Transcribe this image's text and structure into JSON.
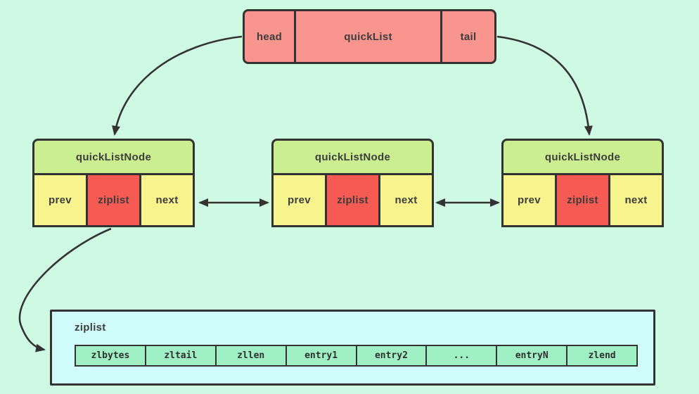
{
  "colors": {
    "bg": "#cefae4",
    "pink": "#f9958f",
    "green": "#cbef90",
    "yellow": "#f7f48e",
    "red": "#f65b53",
    "cyan": "#d0fdfb",
    "mint": "#a0f0c6",
    "line": "#333333",
    "text": "#3d3d3d"
  },
  "quicklist_box": {
    "head": "head",
    "title": "quickList",
    "tail": "tail"
  },
  "nodes": [
    {
      "header": "quickListNode",
      "prev": "prev",
      "ziplist": "ziplist",
      "next": "next"
    },
    {
      "header": "quickListNode",
      "prev": "prev",
      "ziplist": "ziplist",
      "next": "next"
    },
    {
      "header": "quickListNode",
      "prev": "prev",
      "ziplist": "ziplist",
      "next": "next"
    }
  ],
  "ziplist_box": {
    "title": "ziplist",
    "cells": [
      "zlbytes",
      "zltail",
      "zllen",
      "entry1",
      "entry2",
      "...",
      "entryN",
      "zlend"
    ]
  },
  "connections": [
    {
      "from": "quicklist.head",
      "to": "node1.top",
      "type": "arrow"
    },
    {
      "from": "quicklist.tail",
      "to": "node3.top",
      "type": "arrow"
    },
    {
      "from": "node1.next",
      "to": "node2.prev",
      "type": "double-arrow"
    },
    {
      "from": "node2.next",
      "to": "node3.prev",
      "type": "double-arrow"
    },
    {
      "from": "node1.ziplist",
      "to": "ziplist_box",
      "type": "arrow"
    }
  ]
}
